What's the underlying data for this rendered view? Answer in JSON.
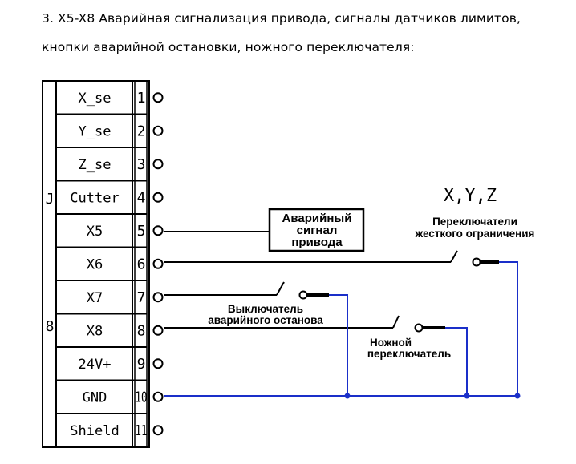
{
  "heading": {
    "line1": "3. X5-X8 Аварийная сигнализация привода, сигналы датчиков лимитов,",
    "line2": "кнопки аварийной остановки, ножного переключателя:"
  },
  "connector": {
    "side_top": "J",
    "side_bottom": "8",
    "pins": [
      {
        "label": "X_se",
        "number": "1"
      },
      {
        "label": "Y_se",
        "number": "2"
      },
      {
        "label": "Z_se",
        "number": "3"
      },
      {
        "label": "Cutter",
        "number": "4"
      },
      {
        "label": "X5",
        "number": "5"
      },
      {
        "label": "X6",
        "number": "6"
      },
      {
        "label": "X7",
        "number": "7"
      },
      {
        "label": "X8",
        "number": "8"
      },
      {
        "label": "24V+",
        "number": "9"
      },
      {
        "label": "GND",
        "number": "10"
      },
      {
        "label": "Shield",
        "number": "11"
      }
    ]
  },
  "annotations": {
    "drive_alarm": [
      "Аварийный",
      "сигнал",
      "привода"
    ],
    "xyz": "X,Y,Z",
    "hard_limit": [
      "Переключатели",
      "жесткого ограничения"
    ],
    "estop": [
      "Выключатель",
      "аварийного останова"
    ],
    "foot_switch": [
      "Ножной",
      "переключатель"
    ]
  },
  "colors": {
    "line": "#000000",
    "ground_wire": "#1a2fc9"
  }
}
